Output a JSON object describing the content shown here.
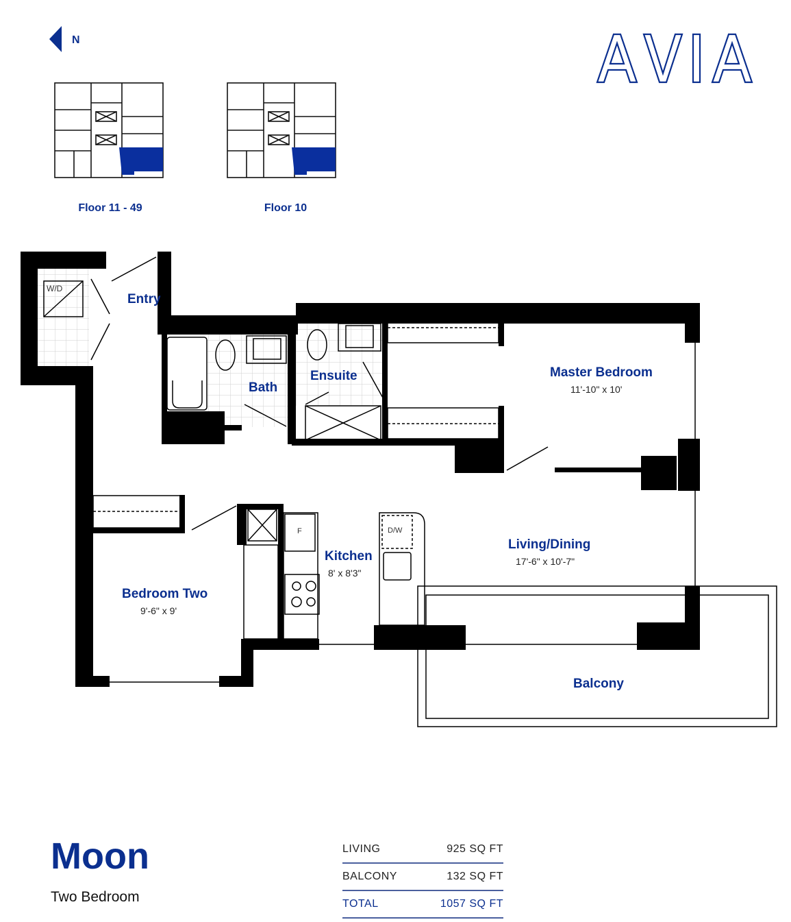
{
  "compass": {
    "label": "N",
    "icon": "north-arrow-icon"
  },
  "brand": {
    "logo_text": "AVIA",
    "color": "#0b2f8f"
  },
  "key_plans": [
    {
      "label": "Floor  11 - 49"
    },
    {
      "label": "Floor 10"
    }
  ],
  "rooms": {
    "entry": {
      "label": "Entry"
    },
    "washer_dryer": {
      "label": "W/D"
    },
    "bath": {
      "label": "Bath"
    },
    "ensuite": {
      "label": "Ensuite"
    },
    "master_bedroom": {
      "label": "Master Bedroom",
      "dims": "11'-10\" x 10'"
    },
    "bedroom_two": {
      "label": "Bedroom Two",
      "dims": "9'-6\" x 9'"
    },
    "kitchen": {
      "label": "Kitchen",
      "dims": "8' x 8'3\""
    },
    "fridge": {
      "label": "F"
    },
    "dishwasher": {
      "label": "D/W"
    },
    "living_dining": {
      "label": "Living/Dining",
      "dims": "17'-6\" x 10'-7\""
    },
    "balcony": {
      "label": "Balcony"
    }
  },
  "unit": {
    "name": "Moon",
    "type": "Two Bedroom"
  },
  "areas": [
    {
      "label": "LIVING",
      "value": "925 SQ FT"
    },
    {
      "label": "BALCONY",
      "value": "132  SQ FT"
    },
    {
      "label": "TOTAL",
      "value": "1057 SQ FT"
    }
  ],
  "colors": {
    "accent": "#0b2f8f",
    "wall": "#000000",
    "highlight": "#0a2f9e"
  }
}
